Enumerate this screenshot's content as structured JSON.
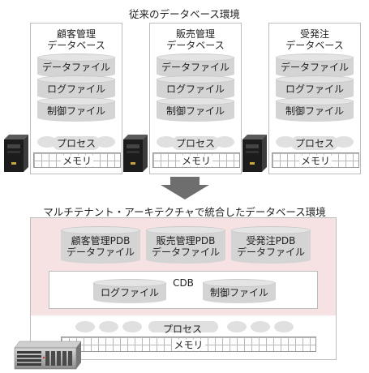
{
  "top_title": "従来のデータベース環境",
  "legacy_dbs": [
    {
      "title_line1": "顧客管理",
      "title_line2": "データベース",
      "files": [
        "データファイル",
        "ログファイル",
        "制御ファイル"
      ],
      "process": "プロセス",
      "memory": "メモリ"
    },
    {
      "title_line1": "販売管理",
      "title_line2": "データベース",
      "files": [
        "データファイル",
        "ログファイル",
        "制御ファイル"
      ],
      "process": "プロセス",
      "memory": "メモリ"
    },
    {
      "title_line1": "受発注",
      "title_line2": "データベース",
      "files": [
        "データファイル",
        "ログファイル",
        "制御ファイル"
      ],
      "process": "プロセス",
      "memory": "メモリ"
    }
  ],
  "bottom_title": "マルチテナント・アーキテクチャで統合したデータベース環境",
  "pdbs": [
    {
      "line1": "顧客管理PDB",
      "line2": "データファイル"
    },
    {
      "line1": "販売管理PDB",
      "line2": "データファイル"
    },
    {
      "line1": "受発注PDB",
      "line2": "データファイル"
    }
  ],
  "cdb": {
    "label": "CDB",
    "files": [
      "ログファイル",
      "制御ファイル"
    ]
  },
  "shared_process": "プロセス",
  "shared_memory": "メモリ",
  "colors": {
    "pink_band": "#f6e1e3",
    "cylinder": "#d4d4d4",
    "arrow": "#6e6e6e",
    "border": "#bdbdbd"
  }
}
